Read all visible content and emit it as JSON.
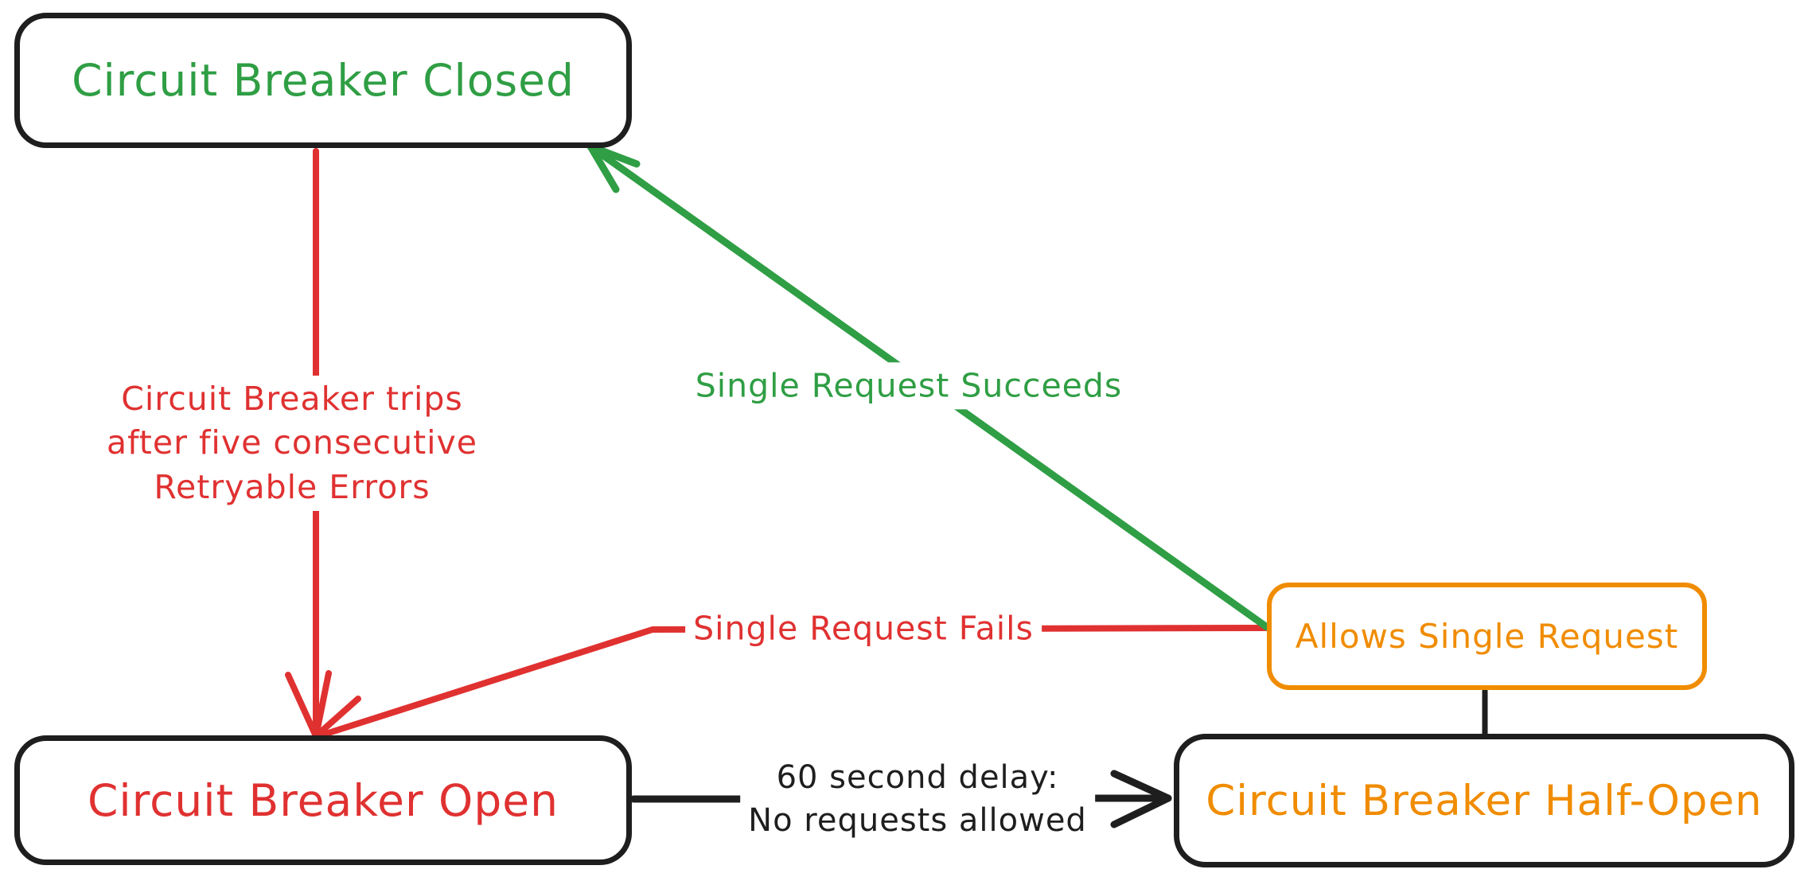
{
  "colors": {
    "green": "#2f9e44",
    "red": "#e03131",
    "orange": "#f08c00",
    "ink": "#1e1e1e",
    "bg": "#ffffff"
  },
  "nodes": {
    "closed": {
      "label": "Circuit Breaker Closed",
      "text_color": "#2f9e44",
      "border_color": "#1e1e1e"
    },
    "open": {
      "label": "Circuit Breaker Open",
      "text_color": "#e03131",
      "border_color": "#1e1e1e"
    },
    "half_open": {
      "label": "Circuit Breaker Half-Open",
      "text_color": "#f08c00",
      "border_color": "#1e1e1e"
    },
    "allows": {
      "label": "Allows Single Request",
      "text_color": "#f08c00",
      "border_color": "#f08c00"
    }
  },
  "edges": {
    "trips": {
      "from": "closed",
      "to": "open",
      "color": "#e03131",
      "label_lines": [
        "Circuit Breaker trips",
        "after five consecutive",
        "Retryable Errors"
      ]
    },
    "succeeds": {
      "from": "allows",
      "to": "closed",
      "color": "#2f9e44",
      "label": "Single Request Succeeds"
    },
    "fails": {
      "from": "allows",
      "to": "open",
      "color": "#e03131",
      "label": "Single Request Fails"
    },
    "delay": {
      "from": "open",
      "to": "half_open",
      "color": "#1e1e1e",
      "label_lines": [
        "60 second delay:",
        "No requests allowed"
      ]
    },
    "connector": {
      "from": "allows",
      "to": "half_open",
      "color": "#1e1e1e"
    }
  }
}
